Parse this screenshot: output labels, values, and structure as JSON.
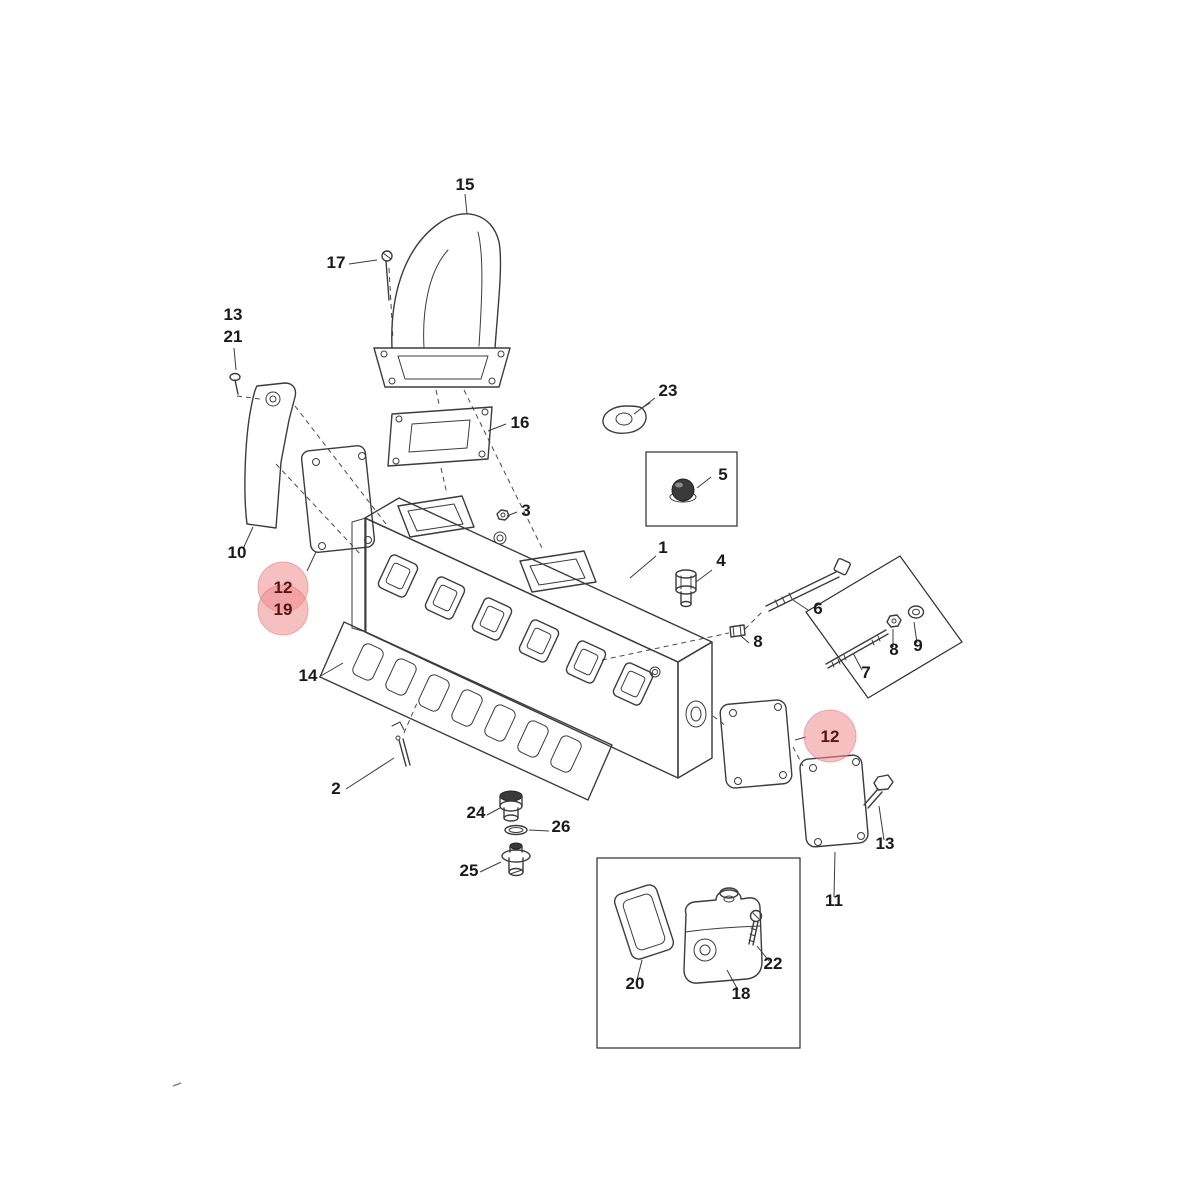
{
  "page": {
    "background": "#ffffff"
  },
  "diagram": {
    "type": "exploded-parts-diagram",
    "colors": {
      "line": "#3c3c3c",
      "label_text": "#1a1a1a",
      "highlight_fill": "#ef8c8c",
      "highlight_text": "#571414"
    },
    "highlighted_labels": [
      "12",
      "19",
      "12"
    ],
    "callouts": [
      {
        "label": "15",
        "highlighted": false
      },
      {
        "label": "17",
        "highlighted": false
      },
      {
        "label": "13",
        "highlighted": false
      },
      {
        "label": "21",
        "highlighted": false
      },
      {
        "label": "23",
        "highlighted": false
      },
      {
        "label": "16",
        "highlighted": false
      },
      {
        "label": "5",
        "highlighted": false
      },
      {
        "label": "3",
        "highlighted": false
      },
      {
        "label": "1",
        "highlighted": false
      },
      {
        "label": "4",
        "highlighted": false
      },
      {
        "label": "10",
        "highlighted": false
      },
      {
        "label": "12",
        "highlighted": true
      },
      {
        "label": "19",
        "highlighted": true
      },
      {
        "label": "6",
        "highlighted": false
      },
      {
        "label": "8",
        "highlighted": false
      },
      {
        "label": "9",
        "highlighted": false
      },
      {
        "label": "7",
        "highlighted": false
      },
      {
        "label": "8",
        "highlighted": false
      },
      {
        "label": "14",
        "highlighted": false
      },
      {
        "label": "12",
        "highlighted": true
      },
      {
        "label": "2",
        "highlighted": false
      },
      {
        "label": "24",
        "highlighted": false
      },
      {
        "label": "26",
        "highlighted": false
      },
      {
        "label": "25",
        "highlighted": false
      },
      {
        "label": "13",
        "highlighted": false
      },
      {
        "label": "11",
        "highlighted": false
      },
      {
        "label": "22",
        "highlighted": false
      },
      {
        "label": "20",
        "highlighted": false
      },
      {
        "label": "18",
        "highlighted": false
      }
    ]
  }
}
